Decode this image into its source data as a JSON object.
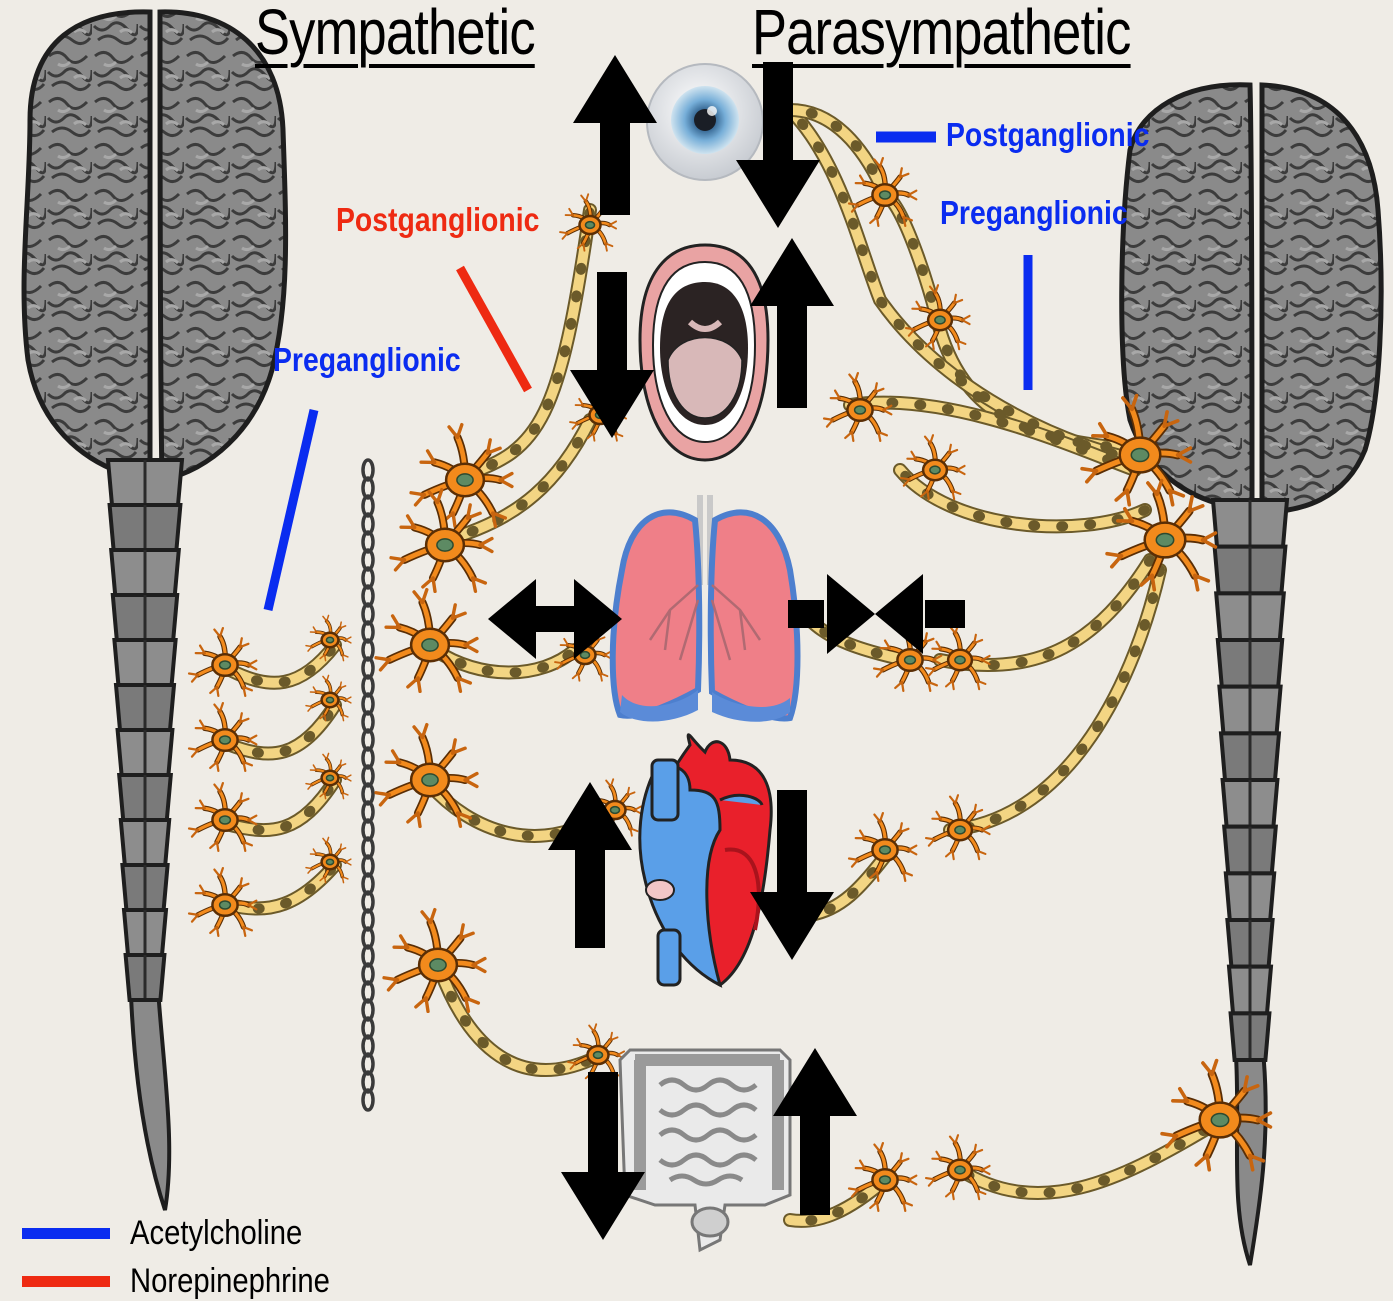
{
  "headers": {
    "sympathetic": "Sympathetic",
    "parasympathetic": "Parasympathetic"
  },
  "labels": {
    "symp_postganglionic": "Postganglionic",
    "symp_preganglionic": "Preganglionic",
    "para_postganglionic": "Postganglionic",
    "para_preganglionic": "Preganglionic"
  },
  "legend": [
    {
      "label": "Acetylcholine",
      "color": "#0a2cf0"
    },
    {
      "label": "Norepinephrine",
      "color": "#ee2a12"
    }
  ],
  "colors": {
    "acetylcholine": "#0a2cf0",
    "norepinephrine": "#ee2a12",
    "neuron": "#f28a1c",
    "axon": "#f3d583",
    "brain": "#8b8b8b",
    "arrow": "#000000"
  },
  "organs": [
    {
      "name": "eye-icon",
      "sympathetic_effect": "up",
      "parasympathetic_effect": "down"
    },
    {
      "name": "mouth-icon",
      "sympathetic_effect": "down",
      "parasympathetic_effect": "up"
    },
    {
      "name": "lungs-icon",
      "sympathetic_effect": "dilate",
      "parasympathetic_effect": "constrict"
    },
    {
      "name": "heart-icon",
      "sympathetic_effect": "up",
      "parasympathetic_effect": "down"
    },
    {
      "name": "intestines-icon",
      "sympathetic_effect": "down",
      "parasympathetic_effect": "up"
    }
  ]
}
